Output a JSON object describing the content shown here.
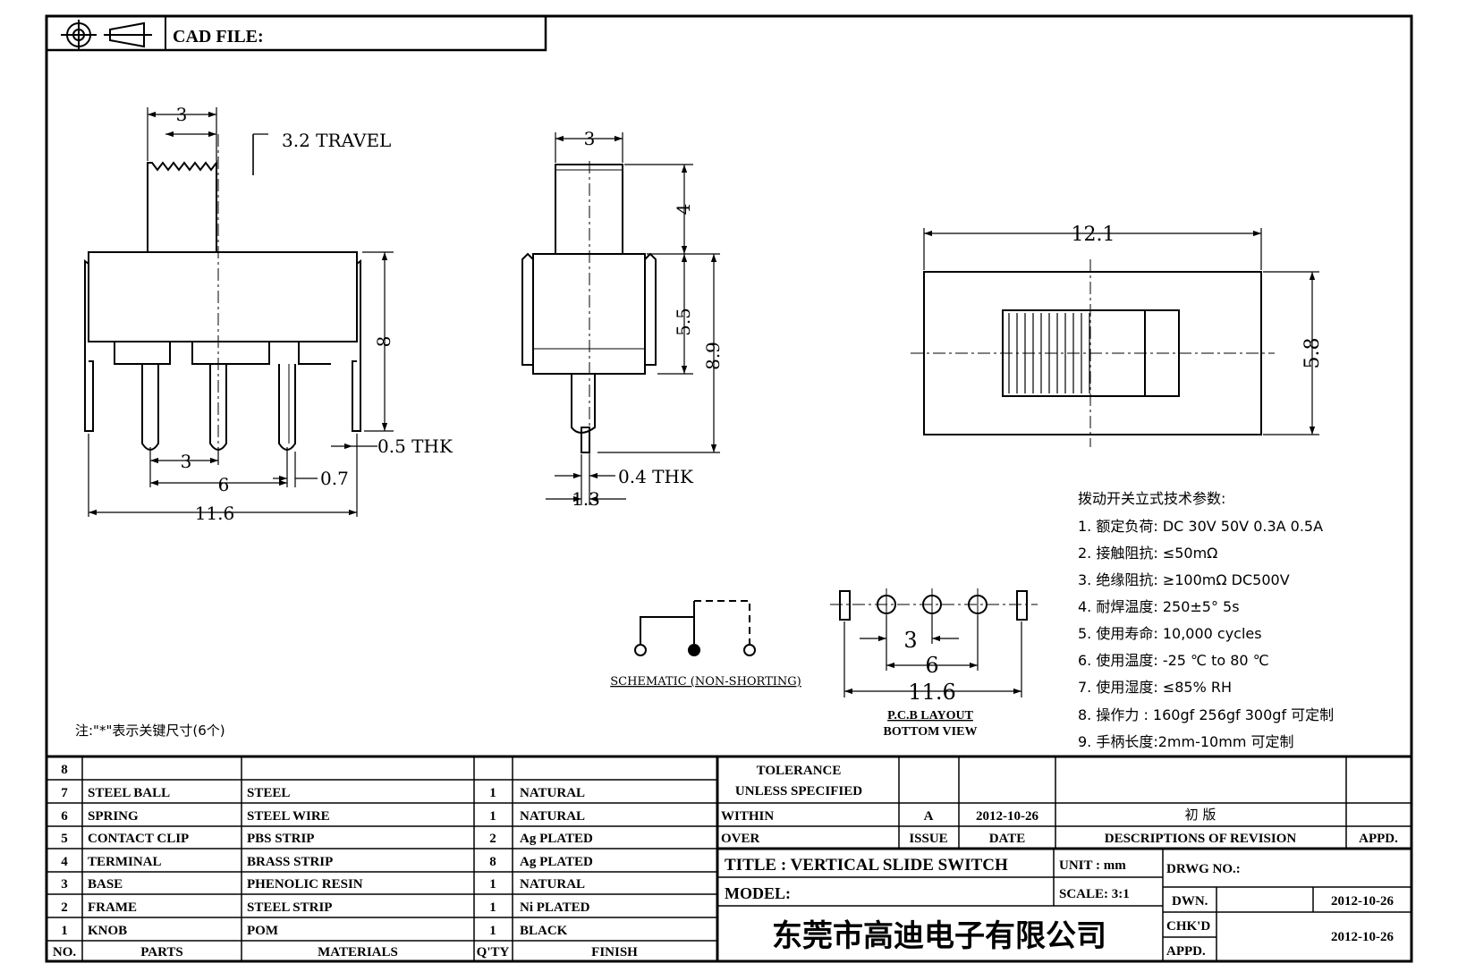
{
  "header": {
    "cad_file_label": "CAD FILE:"
  },
  "views": {
    "front": {
      "dim_top": "3",
      "travel": "3.2 TRAVEL",
      "height": "8",
      "thk": "0.5 THK",
      "pin_pitch": "3",
      "pitch_span": "6",
      "pin_width": "0.7",
      "overall": "11.6"
    },
    "side": {
      "dim_top": "3",
      "knob": "4",
      "body": "5.5",
      "total": "8.9",
      "thk": "0.4 THK",
      "pin": "1.3"
    },
    "top": {
      "length": "12.1",
      "width": "5.8"
    }
  },
  "schematic_label": "SCHEMATIC (NON-SHORTING)",
  "pcb": {
    "pitch": "3",
    "span": "6",
    "overall": "11.6",
    "label1": "P.C.B LAYOUT",
    "label2": "BOTTOM VIEW"
  },
  "note": "注:\"*\"表示关键尺寸(6个)",
  "specs": {
    "title": "拨动开关立式技术参数:",
    "items": [
      "1.  额定负荷: DC 30V    50V    0.3A    0.5A",
      "2.  接触阻抗: ≤50mΩ",
      "3.  绝缘阻抗: ≥100mΩ   DC500V",
      "4.  耐焊温度: 250±5°  5s",
      "5.  使用寿命: 10,000 cycles",
      "6.  使用温度: -25  ℃  to 80  ℃",
      "7.  使用湿度: ≤85% RH",
      "8.  操作力 : 160gf    256gf    300gf  可定制",
      "9.  手柄长度:2mm-10mm  可定制"
    ]
  },
  "parts_table": {
    "headers": [
      "NO.",
      "PARTS",
      "MATERIALS",
      "Q'TY",
      "FINISH"
    ],
    "rows": [
      [
        "8",
        "",
        "",
        "",
        ""
      ],
      [
        "7",
        "STEEL BALL",
        "STEEL",
        "1",
        "NATURAL"
      ],
      [
        "6",
        "SPRING",
        "STEEL WIRE",
        "1",
        "NATURAL"
      ],
      [
        "5",
        "CONTACT CLIP",
        "PBS STRIP",
        "2",
        "Ag PLATED"
      ],
      [
        "4",
        "TERMINAL",
        "BRASS STRIP",
        "8",
        "Ag PLATED"
      ],
      [
        "3",
        "BASE",
        "PHENOLIC RESIN",
        "1",
        "NATURAL"
      ],
      [
        "2",
        "FRAME",
        "STEEL STRIP",
        "1",
        "Ni PLATED"
      ],
      [
        "1",
        "KNOB",
        "POM",
        "1",
        "BLACK"
      ]
    ]
  },
  "title_block": {
    "tolerance": "TOLERANCE",
    "unless": "UNLESS   SPECIFIED",
    "within": "WITHIN",
    "over": "OVER",
    "rev_issue": "A",
    "rev_date": "2012-10-26",
    "rev_desc": "初  版",
    "issue_label": "ISSUE",
    "date_label": "DATE",
    "desc_label": "DESCRIPTIONS OF REVISION",
    "appd_label": "APPD.",
    "title": "TITLE :   VERTICAL  SLIDE  SWITCH",
    "unit": "UNIT :  mm",
    "drwg_no": "DRWG NO.:",
    "model": "MODEL:",
    "scale": "SCALE:  3:1",
    "dwn_label": "DWN.",
    "dwn_date": "2012-10-26",
    "chkd_label": "CHK'D",
    "chkd_date": "2012-10-26",
    "appd2_label": "APPD.",
    "company": "东莞市高迪电子有限公司"
  }
}
